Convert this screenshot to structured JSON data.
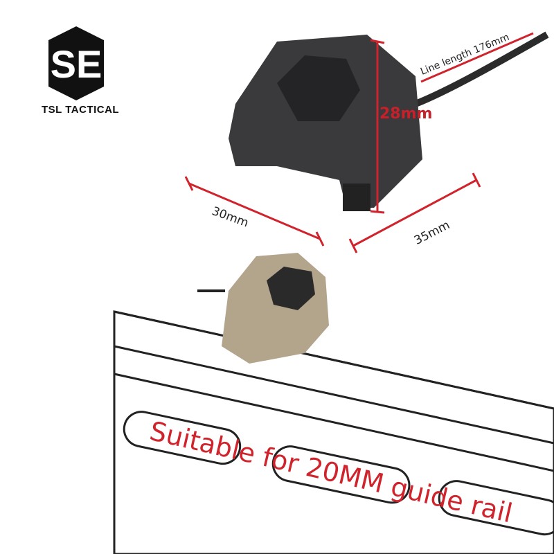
{
  "brand": {
    "name": "TSL TACTICAL",
    "logo_letters": "SE"
  },
  "dimensions": {
    "line_length": "Line length 176mm",
    "height": "28mm",
    "width": "30mm",
    "depth": "35mm"
  },
  "slogan": "Suitable for 20MM guide rail",
  "colors": {
    "accent": "#d0232c",
    "product_black": "#3a3a3c",
    "product_tan": "#b3a48c"
  }
}
